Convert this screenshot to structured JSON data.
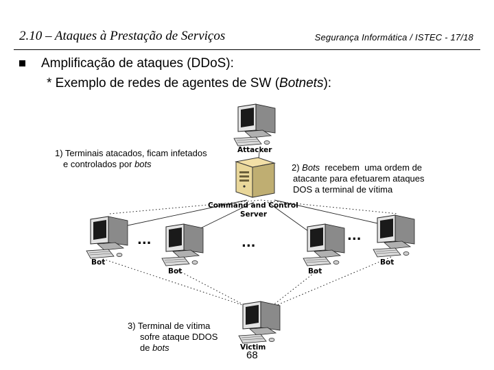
{
  "header": {
    "section_title": "2.10 – Ataques à Prestação de Serviços",
    "course": "Segurança Informática / ISTEC - 17/18"
  },
  "content": {
    "heading": "Amplificação de ataques (DDoS):",
    "subheading_prefix": "* Exemplo de redes de agentes de SW (",
    "subheading_italic": "Botnets",
    "subheading_suffix": "):"
  },
  "notes": {
    "note1_line1": "1) Terminais atacados, ficam infetados",
    "note1_line2_prefix": "e controlados por ",
    "note1_line2_italic": "bots",
    "note2_line1_prefix": "2) ",
    "note2_line1_italic": "Bots",
    "note2_line1_suffix": "  recebem  uma ordem de",
    "note2_line2": "atacante para efetuarem ataques",
    "note2_line3": "DOS a terminal de vítima",
    "note3_line1": "3) Terminal de vítima",
    "note3_line2": "sofre ataque DDOS",
    "note3_line3_prefix": "de ",
    "note3_line3_italic": "bots"
  },
  "diagram": {
    "attacker_label": "Attacker",
    "server_label_1": "Command and Control",
    "server_label_2": "Server",
    "bot_label": "Bot",
    "victim_label": "Victim",
    "ellipsis": "..."
  },
  "footer": {
    "page_number": "68"
  }
}
